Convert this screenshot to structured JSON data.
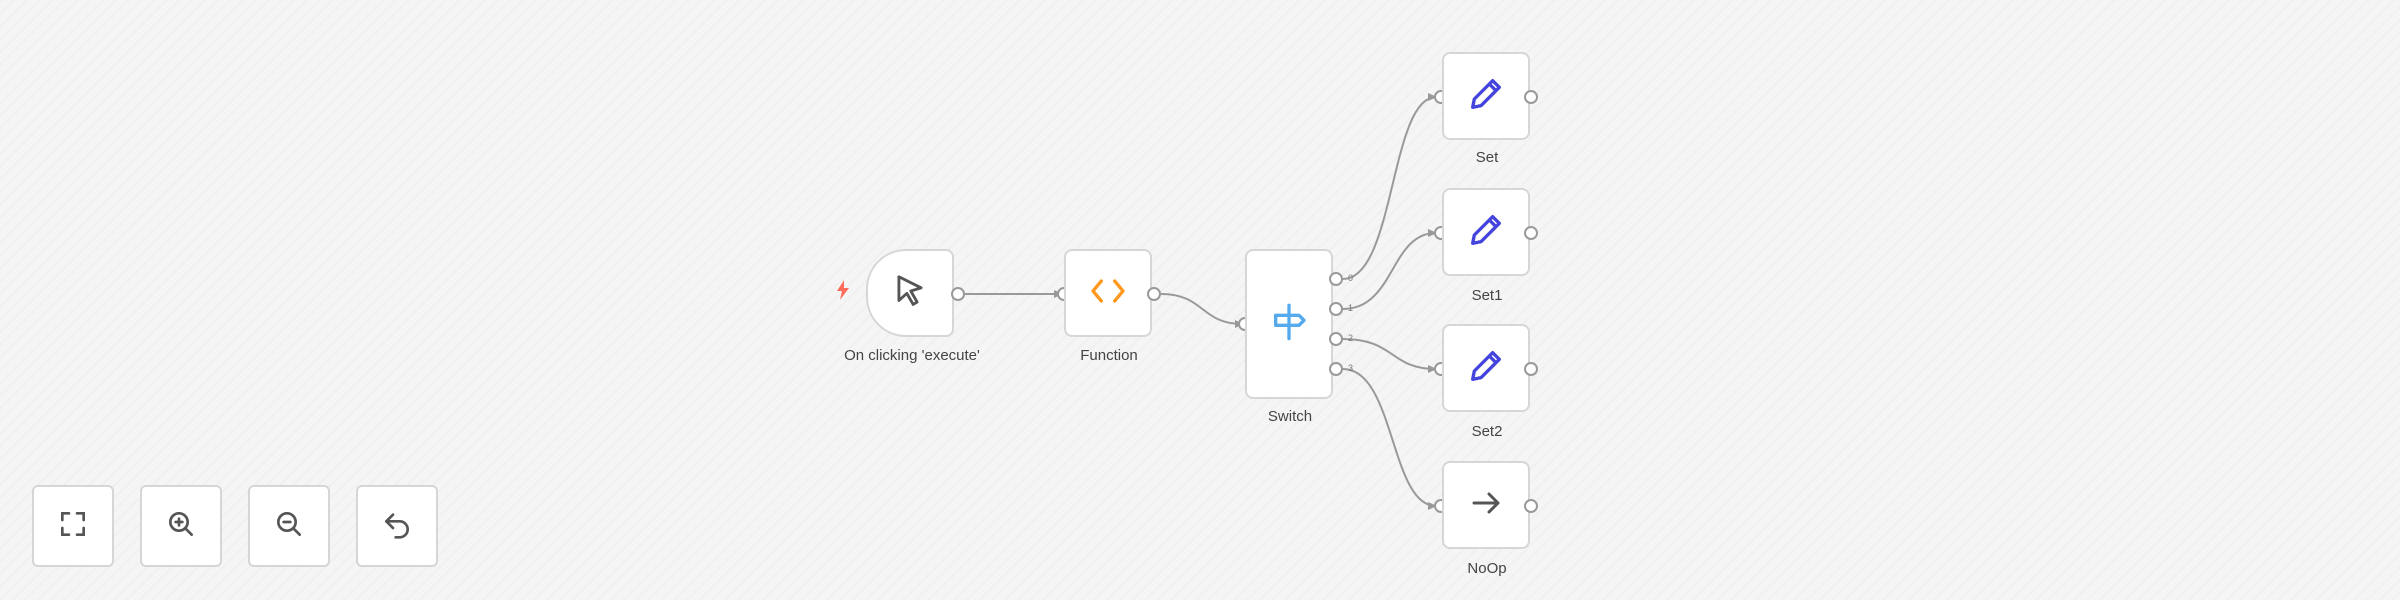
{
  "canvas": {
    "nodes": [
      {
        "id": "trigger",
        "label": "On clicking 'execute'",
        "icon": "cursor-icon",
        "color": "#555555"
      },
      {
        "id": "function",
        "label": "Function",
        "icon": "code-brackets-icon",
        "color": "#ff9922"
      },
      {
        "id": "switch",
        "label": "Switch",
        "icon": "signpost-icon",
        "color": "#55aaee"
      },
      {
        "id": "set",
        "label": "Set",
        "icon": "pen-icon",
        "color": "#4444dd"
      },
      {
        "id": "set1",
        "label": "Set1",
        "icon": "pen-icon",
        "color": "#4444dd"
      },
      {
        "id": "set2",
        "label": "Set2",
        "icon": "pen-icon",
        "color": "#4444dd"
      },
      {
        "id": "noop",
        "label": "NoOp",
        "icon": "arrow-right-icon",
        "color": "#555555"
      }
    ],
    "switch_outputs": [
      "0",
      "1",
      "2",
      "3"
    ],
    "trigger_badge_icon": "lightning-icon",
    "trigger_badge_color": "#ff6d5a"
  },
  "controls": [
    {
      "id": "fit",
      "icon": "fullscreen-icon"
    },
    {
      "id": "zoom_in",
      "icon": "zoom-in-icon"
    },
    {
      "id": "zoom_out",
      "icon": "zoom-out-icon"
    },
    {
      "id": "reset",
      "icon": "undo-icon"
    }
  ]
}
